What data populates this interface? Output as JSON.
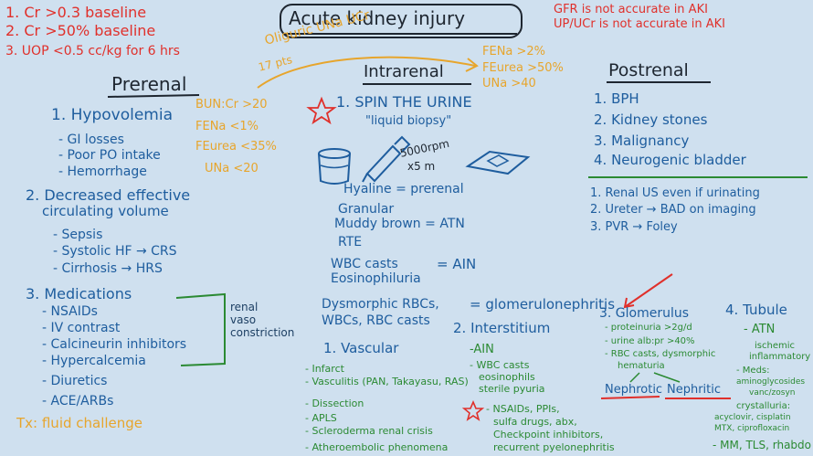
{
  "criteria": [
    "1. Cr >0.3 baseline",
    "2. Cr >50% baseline",
    "3. UOP <0.5 cc/kg for 6 hrs"
  ],
  "title": "Acute kidney injury",
  "gfr_notes": [
    "GFR is not accurate in AKI",
    "UP/UCr is not accurate in AKI"
  ],
  "oliguric": [
    "Oliguric  UNa UCr",
    "17 pts"
  ],
  "prerenal": {
    "heading": "Prerenal",
    "labs": [
      "BUN:Cr >20",
      "FENa <1%",
      "FEurea <35%",
      "UNa <20"
    ],
    "hypovolemia": "1. Hypovolemia",
    "hypo_items": [
      "- GI losses",
      "- Poor PO intake",
      "- Hemorrhage"
    ],
    "decreased": [
      "2. Decreased effective",
      "circulating volume"
    ],
    "dec_items": [
      "- Sepsis",
      "- Systolic HF → CRS",
      "- Cirrhosis → HRS"
    ],
    "medications": "3. Medications",
    "med_items": [
      "- NSAIDs",
      "- IV contrast",
      "- Calcineurin inhibitors",
      "- Hypercalcemia",
      "- Diuretics",
      "- ACE/ARBs"
    ],
    "renal_vaso": [
      "renal",
      "vaso",
      "constriction"
    ],
    "tx": "Tx: fluid challenge"
  },
  "intrarenal": {
    "heading": "Intrarenal",
    "labs": [
      "FENa >2%",
      "FEurea >50%",
      "UNa >40"
    ],
    "spin": "1. SPIN THE URINE",
    "biopsy": "\"liquid biopsy\"",
    "rpm": [
      "5000rpm",
      "x5 m"
    ],
    "casts": [
      "Hyaline = prerenal",
      "Granular",
      "Muddy brown = ATN",
      "RTE",
      "WBC casts",
      "Eosinophiluria",
      "= AIN"
    ],
    "glomerulo_left": [
      "Dysmorphic RBCs,",
      "WBCs, RBC casts"
    ],
    "glomerulo_right": "= glomerulonephritis",
    "vascular": "1. Vascular",
    "vasc_items": [
      "- Infarct",
      "- Vasculitis (PAN, Takayasu, RAS)",
      "- Dissection",
      "- APLS",
      "- Scleroderma renal crisis",
      "- Atheroembolic phenomena"
    ],
    "interstitium": "2. Interstitium",
    "inter_items": [
      "-AIN",
      "- WBC casts",
      "eosinophils",
      "sterile pyuria"
    ],
    "inter_drugs": [
      "- NSAIDs, PPIs,",
      "sulfa drugs, abx,",
      "Checkpoint inhibitors,",
      "recurrent pyelonephritis"
    ],
    "glomerulus": "3. Glomerulus",
    "glom_items": [
      "- proteinuria >2g/d",
      "- urine alb:pr >40%",
      "- RBC casts, dysmorphic",
      "hematuria"
    ],
    "nephrotic": "Nephrotic",
    "nephritic": "Nephritic",
    "tubule": "4. Tubule",
    "tub_items": [
      "- ATN",
      "ischemic",
      "inflammatory",
      "- Meds:",
      "aminoglycosides",
      "vanc/zosyn",
      "crystalluria:",
      "acyclovir, cisplatin",
      "MTX, ciprofloxacin",
      "- MM, TLS, rhabdo"
    ]
  },
  "postrenal": {
    "heading": "Postrenal",
    "causes": [
      "1. BPH",
      "2. Kidney stones",
      "3. Malignancy",
      "4. Neurogenic bladder"
    ],
    "workup": [
      "1. Renal US even if urinating",
      "2. Ureter → BAD on imaging",
      "3. PVR → Foley"
    ]
  }
}
